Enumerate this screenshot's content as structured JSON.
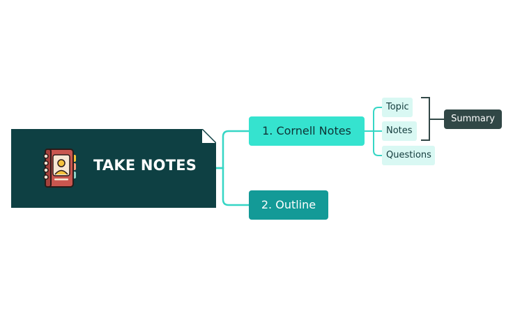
{
  "root": {
    "title": "TAKE NOTES",
    "icon": "address-book-icon"
  },
  "branches": [
    {
      "label": "1. Cornell Notes",
      "color": "#35e3cf"
    },
    {
      "label": "2. Outline",
      "color": "#139a97"
    }
  ],
  "cornell_items": [
    "Topic",
    "Notes",
    "Questions"
  ],
  "summary": "Summary",
  "colors": {
    "root_bg": "#0e4043",
    "connector": "#35d6c5",
    "leaf_bg": "#d9f8f3",
    "summary_bg": "#314746"
  }
}
